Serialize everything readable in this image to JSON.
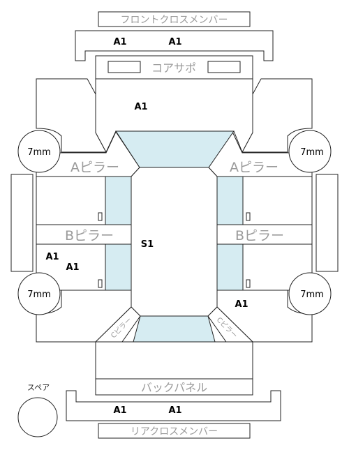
{
  "labels": {
    "front_cross_member": "フロントクロスメンバー",
    "core_support": "コアサポ",
    "a_pillar": "Aピラー",
    "b_pillar": "Bピラー",
    "back_panel": "バックパネル",
    "rear_cross_member": "リアクロスメンバー",
    "spare": "スペア",
    "front_cross_left_grade": "A1",
    "front_cross_right_grade": "A1",
    "hood_area_grade": "A1",
    "roof_grade": "S1",
    "left_side_grade_1": "A1",
    "left_side_grade_2": "A1",
    "right_side_grade": "A1",
    "rear_cross_left_grade": "A1",
    "rear_cross_right_grade": "A1",
    "wheel_front_left": "7mm",
    "wheel_front_right": "7mm",
    "wheel_rear_left": "7mm",
    "wheel_rear_right": "7mm",
    "rear_pillar_left": "Cピラー",
    "rear_pillar_right": "Cピラー"
  }
}
